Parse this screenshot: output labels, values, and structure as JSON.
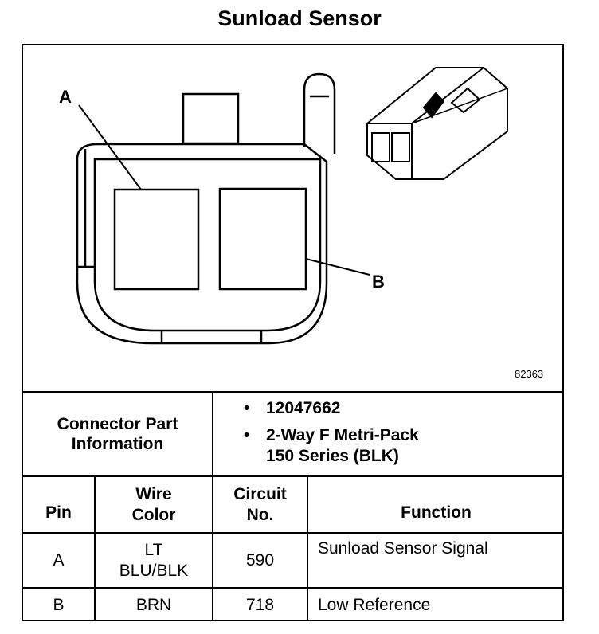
{
  "title": "Sunload Sensor",
  "diagram": {
    "pin_label_a": "A",
    "pin_label_b": "B",
    "figure_number": "82363"
  },
  "connector_info": {
    "label_line1": "Connector Part",
    "label_line2": "Information",
    "part_number": "12047662",
    "description_line1": "2-Way F Metri-Pack",
    "description_line2": "150 Series (BLK)"
  },
  "table": {
    "headers": {
      "pin": "Pin",
      "wire_color_line1": "Wire",
      "wire_color_line2": "Color",
      "circuit_line1": "Circuit",
      "circuit_line2": "No.",
      "function": "Function"
    },
    "rows": [
      {
        "pin": "A",
        "wire_line1": "LT",
        "wire_line2": "BLU/BLK",
        "circuit": "590",
        "function": "Sunload Sensor Signal"
      },
      {
        "pin": "B",
        "wire_line1": "",
        "wire_line2": "BRN",
        "circuit": "718",
        "function": "Low Reference"
      }
    ]
  }
}
